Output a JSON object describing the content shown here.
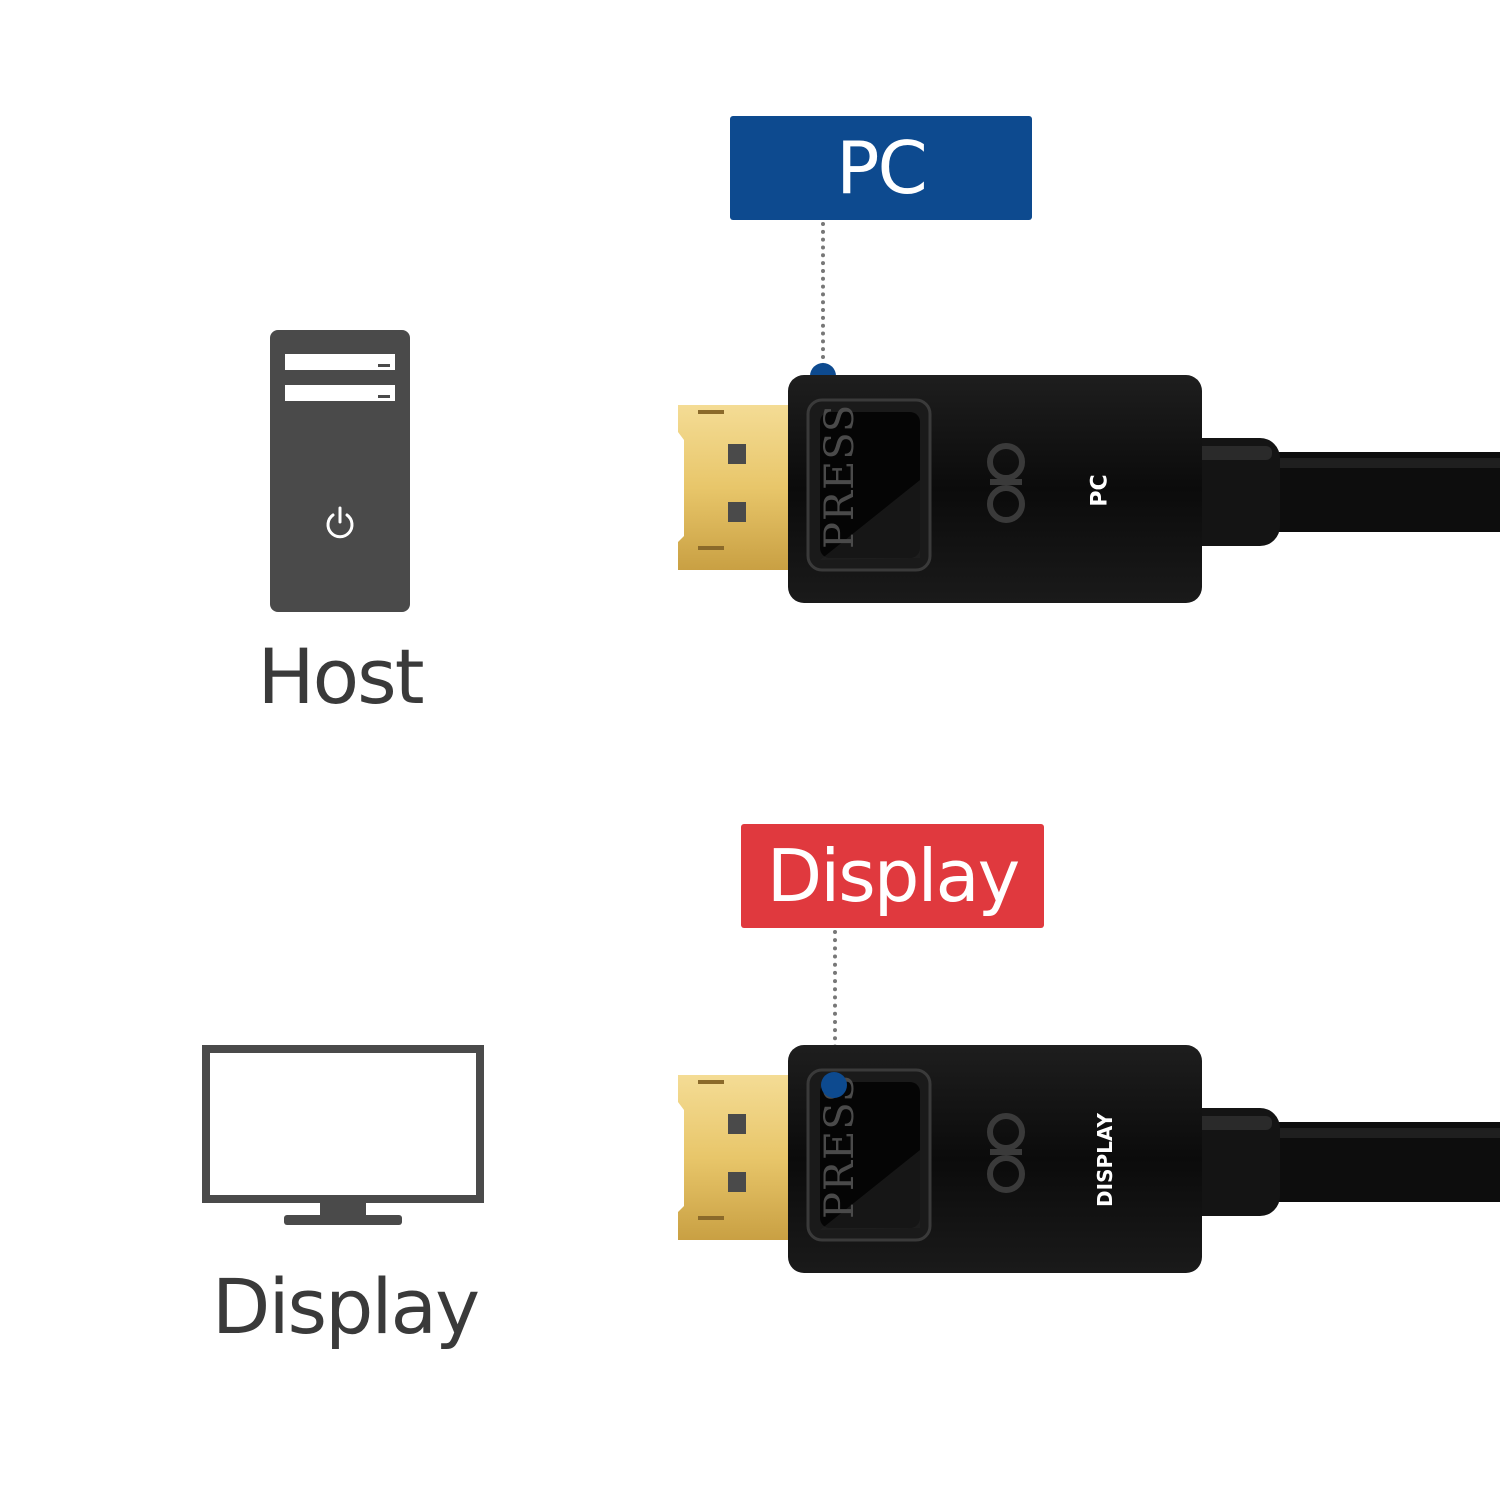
{
  "host": {
    "label": "Host"
  },
  "display_device": {
    "label": "Display"
  },
  "callouts": {
    "pc": {
      "label": "PC",
      "color": "#0d4a8f"
    },
    "display": {
      "label": "Display",
      "color": "#e0393e"
    }
  },
  "connectors": {
    "pc": {
      "press_label": "PRESS",
      "side_label": "PC"
    },
    "display": {
      "press_label": "PRESS",
      "side_label": "DISPLAY"
    }
  },
  "colors": {
    "icon_gray": "#4a4a4a",
    "connector_black": "#0b0b0b",
    "gold": "#e8c66a"
  }
}
